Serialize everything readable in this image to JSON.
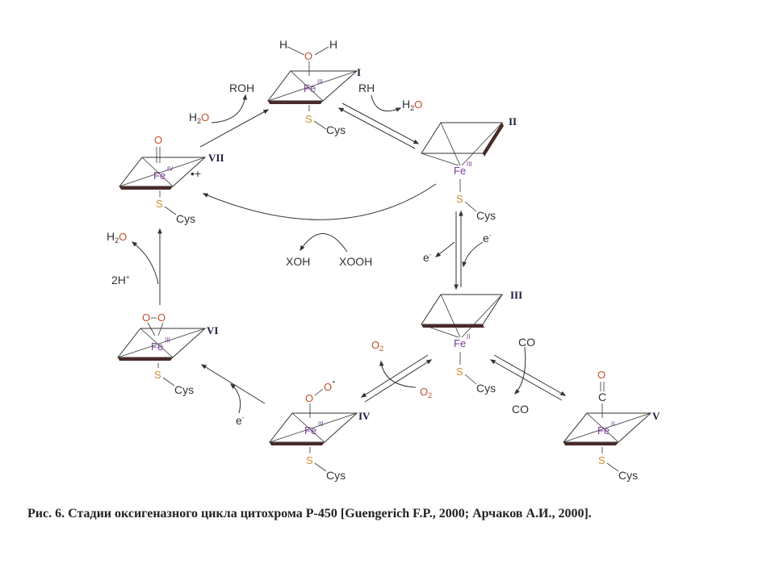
{
  "stages": {
    "I": {
      "numeral": "I",
      "iron": "Fe",
      "ox": "III",
      "ligand_top": "O",
      "h_left": "H",
      "h_right": "H",
      "sulfur": "S",
      "cys": "Cys"
    },
    "II": {
      "numeral": "II",
      "iron": "Fe",
      "ox": "III",
      "sulfur": "S",
      "cys": "Cys"
    },
    "III": {
      "numeral": "III",
      "iron": "Fe",
      "ox": "II",
      "sulfur": "S",
      "cys": "Cys"
    },
    "IV": {
      "numeral": "IV",
      "iron": "Fe",
      "ox": "III",
      "ligand_top": "O",
      "ligand_top2": "O",
      "charge": "•",
      "sulfur": "S",
      "cys": "Cys"
    },
    "V": {
      "numeral": "V",
      "iron": "Fe",
      "ox": "II",
      "ligand_top": "O",
      "ligand_c": "C",
      "sulfur": "S",
      "cys": "Cys"
    },
    "VI": {
      "numeral": "VI",
      "iron": "Fe",
      "ox": "III",
      "ligand_top": "O",
      "ligand_top2": "O",
      "sulfur": "S",
      "cys": "Cys"
    },
    "VII": {
      "numeral": "VII",
      "iron": "Fe",
      "ox": "IV",
      "ligand_top": "O",
      "radical": "•+",
      "sulfur": "S",
      "cys": "Cys"
    }
  },
  "species": {
    "roh": "ROH",
    "h2o_left": "H",
    "h2o_left_o": "O",
    "rh": "RH",
    "h2o_right": "H",
    "h2o_right_o": "O",
    "xoh": "XOH",
    "xooh": "XOOH",
    "e_right": "e",
    "e_left": "e",
    "co_in": "CO",
    "co_out": "CO",
    "o2_out": "O",
    "o2_in": "O",
    "e_bottom": "e",
    "h2o_vii": "H",
    "h2o_vii_o": "O",
    "two_h": "2H",
    "sub2": "2",
    "minus": "-",
    "plus": "+"
  },
  "caption": "Рис. 6. Стадии оксигеназного цикла цитохрома Р-450 [Guengerich F.P., 2000; Арчаков А.И., 2000]."
}
